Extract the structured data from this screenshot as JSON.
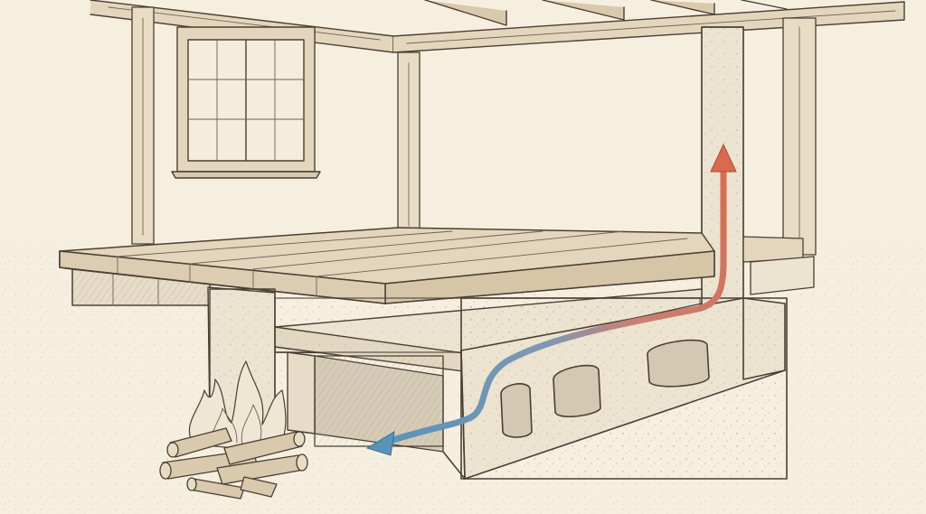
{
  "illustration": {
    "style": "pencil sketch",
    "colors": {
      "paper": "#f6efdf",
      "ink": "#4a3f33",
      "wood": "#e4d6bd",
      "wood_dark": "#c9b89b",
      "stone": "#ece3d1",
      "flame": "#d8cdbb",
      "warm_air": "#d96a4e",
      "cool_air": "#5a93b8"
    },
    "elements": [
      {
        "name": "room-window",
        "icon": "window"
      },
      {
        "name": "ceiling-beams",
        "icon": "beams"
      },
      {
        "name": "raised-wooden-platform",
        "icon": "floor-planks"
      },
      {
        "name": "stone-support-pillar",
        "icon": "pillar"
      },
      {
        "name": "hollow-flue-block",
        "icon": "hollow-block"
      },
      {
        "name": "fire",
        "icon": "fire"
      },
      {
        "name": "firewood-logs",
        "icon": "logs"
      }
    ],
    "airflow": [
      {
        "name": "cool-air-arrow",
        "color": "#5a93b8",
        "direction": "down-left"
      },
      {
        "name": "warm-air-arrow",
        "color": "#d96a4e",
        "direction": "up"
      }
    ]
  }
}
